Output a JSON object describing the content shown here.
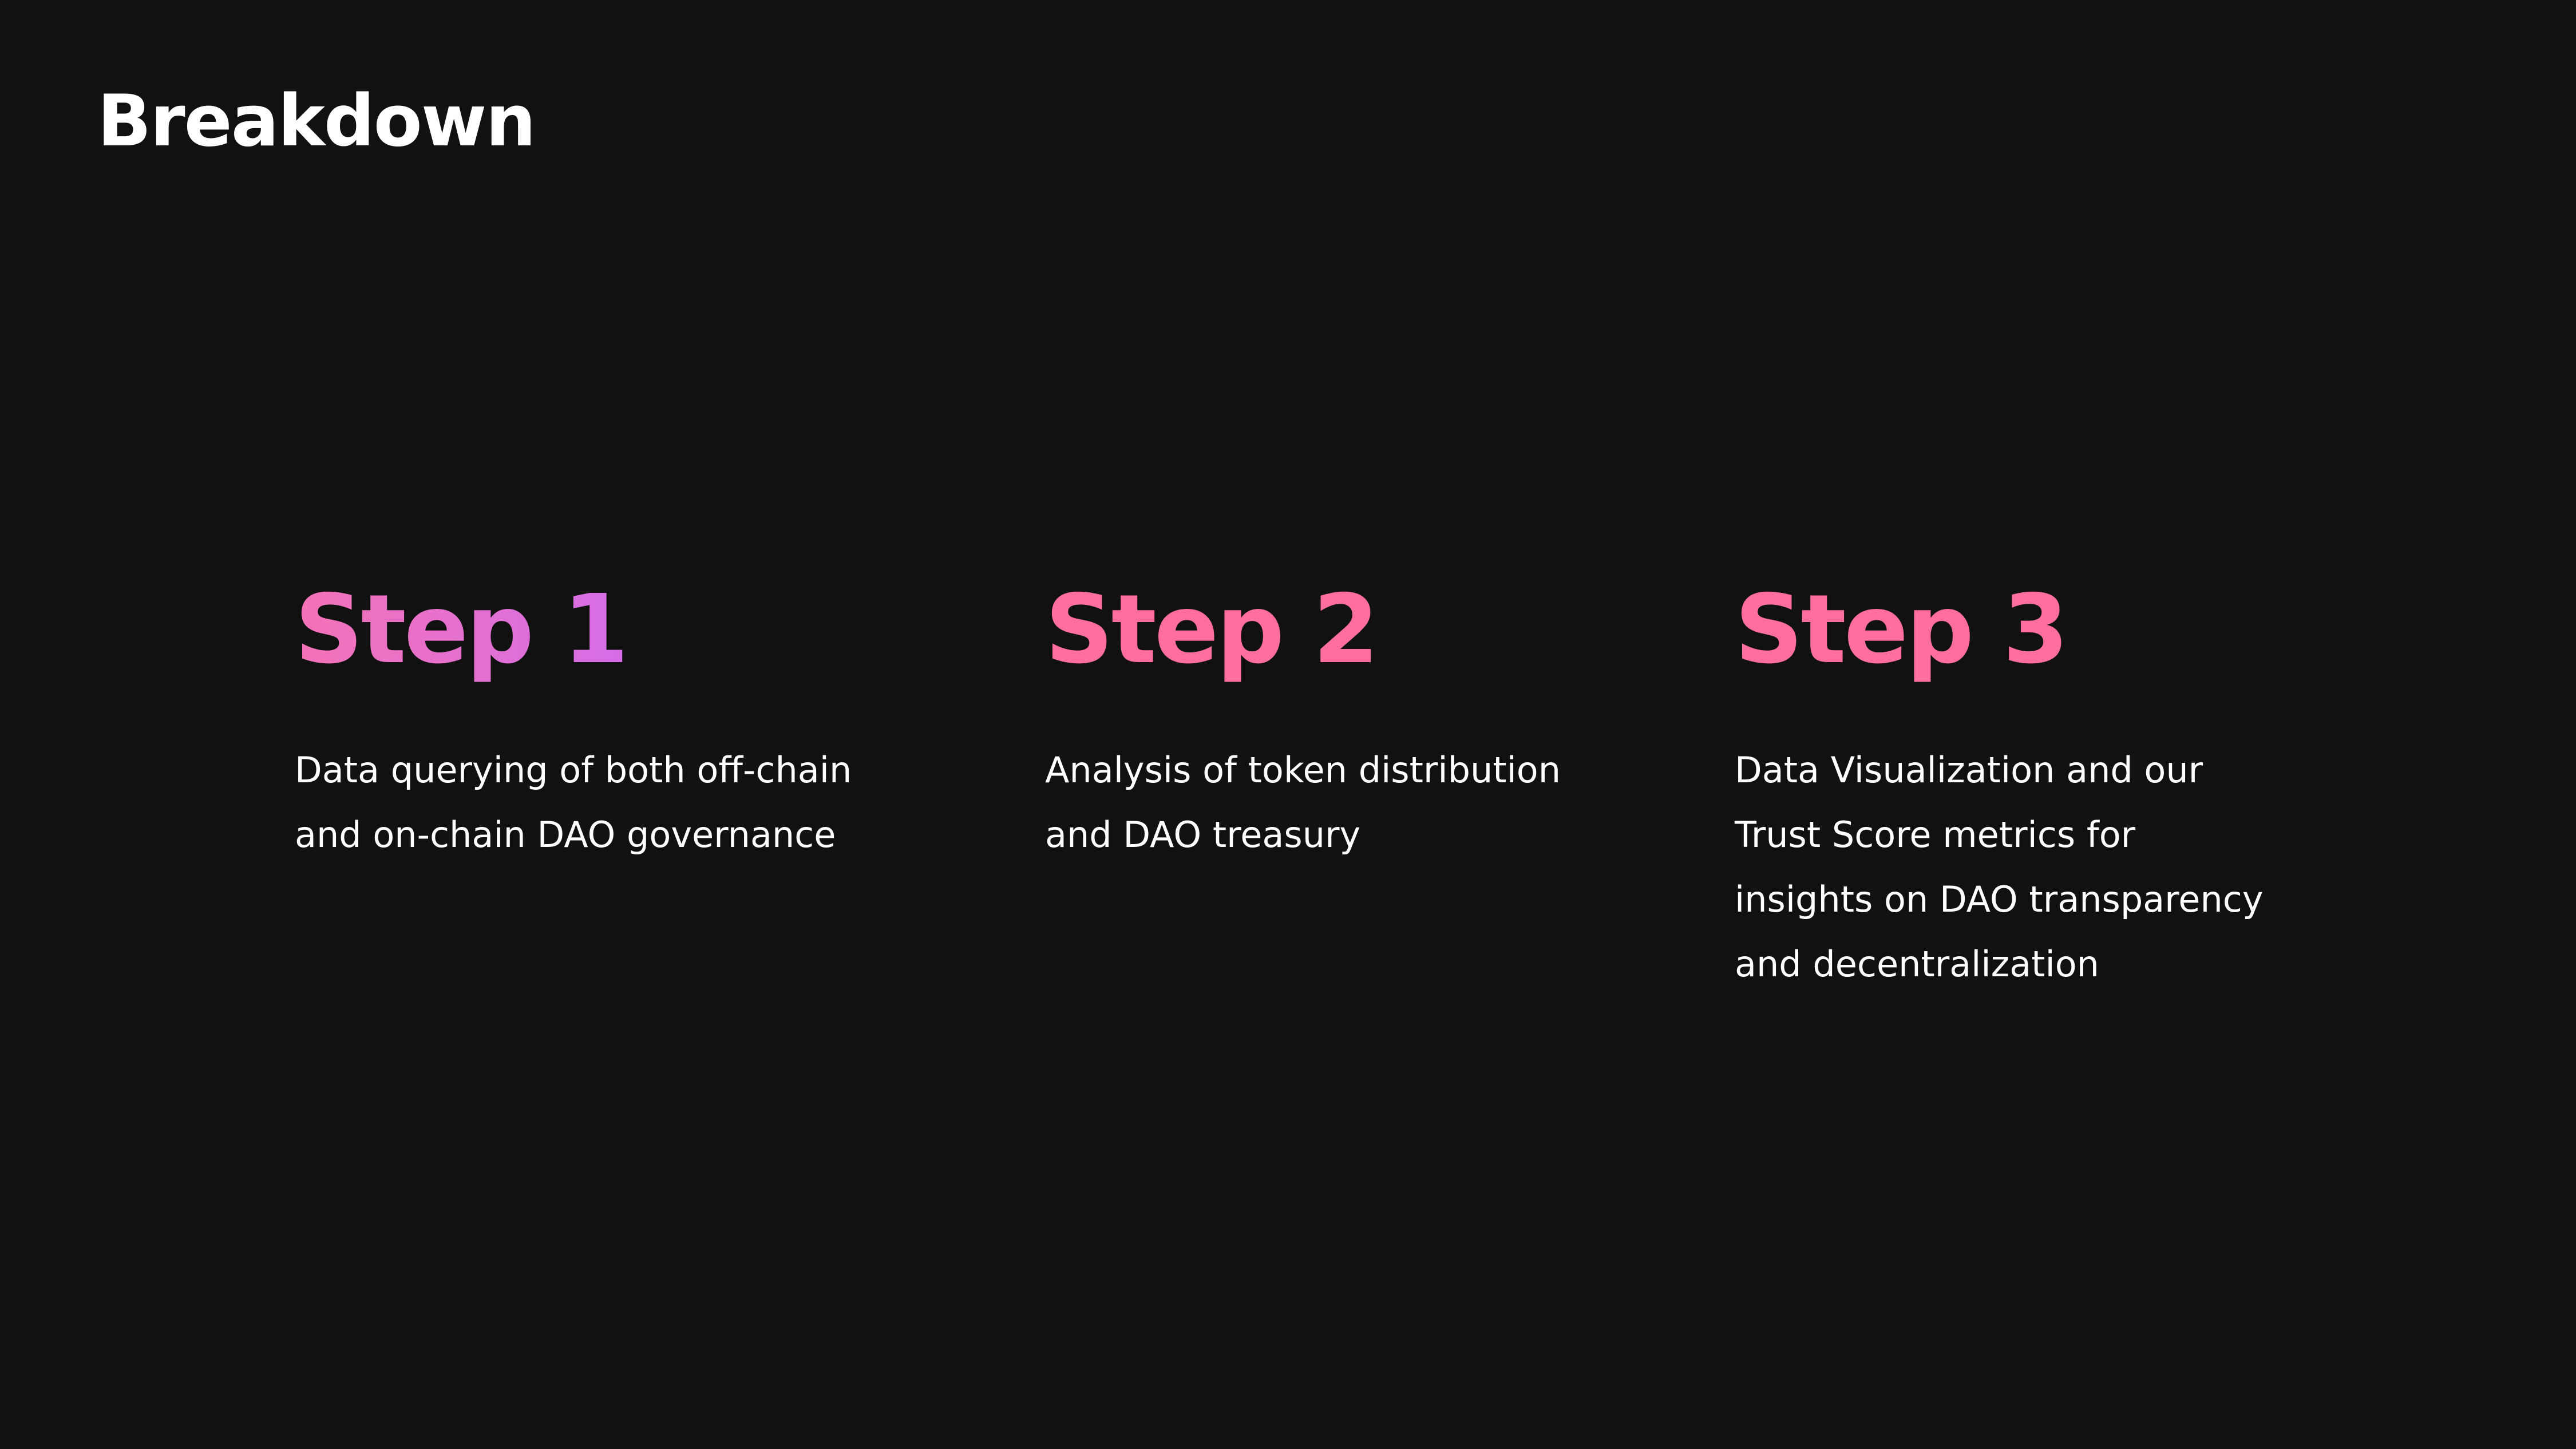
{
  "slide": {
    "title": "Breakdown"
  },
  "steps": [
    {
      "heading": "Step 1",
      "description_lines": [
        "Data querying of both off-chain",
        "and on-chain DAO governance"
      ]
    },
    {
      "heading": "Step 2",
      "description_lines": [
        "Analysis of token distribution",
        "and DAO treasury"
      ]
    },
    {
      "heading": "Step 3",
      "description_lines": [
        "Data Visualization and our",
        "Trust Score metrics for",
        "insights on DAO transparency",
        "and decentralization"
      ]
    }
  ],
  "colors": {
    "background": "#111111",
    "text": "#ffffff",
    "step_heading_pink": "#ff6e9c",
    "step1_gradient_start": "#f472b6",
    "step1_gradient_mid": "#d46ee8",
    "step1_gradient_end": "#7f8cff"
  }
}
